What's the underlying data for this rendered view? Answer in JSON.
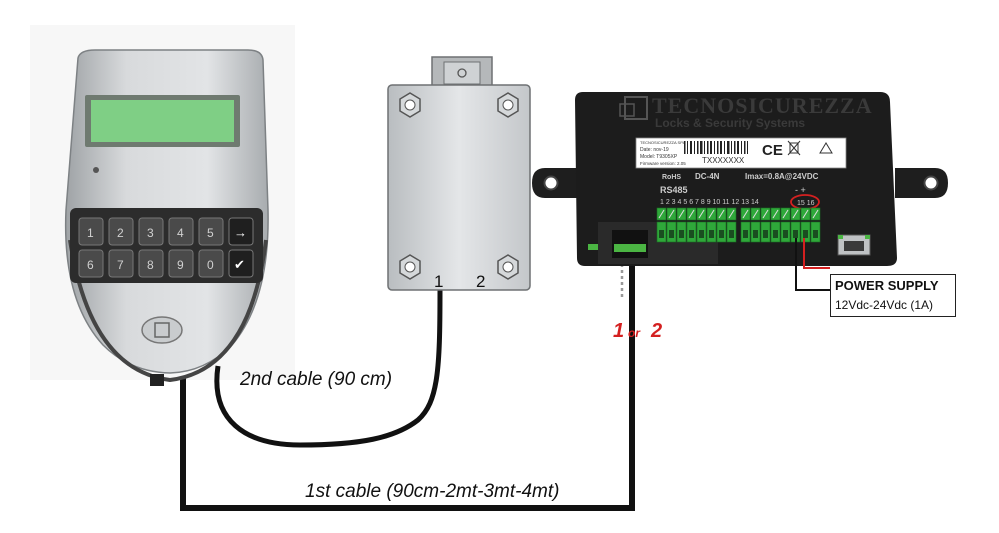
{
  "controller": {
    "brand_name": "TECNOSICUREZZA",
    "brand_subtitle": "Locks & Security Systems",
    "label_company": "TECNOSICUREZZA SPA",
    "label_date": "Date: nov-19",
    "label_model": "Model: T9305XP",
    "label_firmware": "Firmware version: 2.05",
    "serial": "TXXXXXXX",
    "ce_mark": "CE",
    "rohs": "RoHS",
    "dc_rating": "DC-4N",
    "current_rating": "Imax=0.8A@24VDC",
    "rs485_label": "RS485",
    "terminal_numbers": "1 2 3 4 5 6 7 8 9 10 11 12 13 14",
    "power_terminals": "15 16",
    "polarity": "- +"
  },
  "keypad": {
    "keys_row1": [
      "1",
      "2",
      "3",
      "4",
      "5",
      "→"
    ],
    "keys_row2": [
      "6",
      "7",
      "8",
      "9",
      "0",
      "✔"
    ]
  },
  "lock": {
    "port_1": "1",
    "port_2": "2"
  },
  "labels": {
    "cable_2nd": "2nd cable (90 cm)",
    "cable_1st": "1st cable (90cm-2mt-3mt-4mt)",
    "port_choice_a": "1",
    "port_choice_or": "or",
    "port_choice_b": "2"
  },
  "power_supply": {
    "title": "POWER SUPPLY",
    "spec": "12Vdc-24Vdc (1A)"
  },
  "colors": {
    "cable": "#111111",
    "accent_red": "#d42020",
    "lcd_green": "#7fcf85",
    "controller_body": "#1c1c1c"
  }
}
